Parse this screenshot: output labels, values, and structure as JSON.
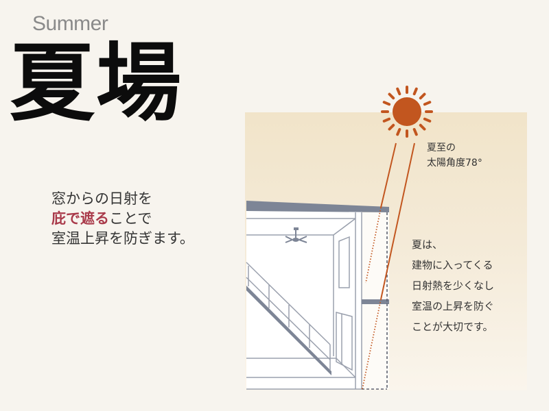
{
  "header": {
    "eyebrow": "Summer",
    "title": "夏場"
  },
  "lead": {
    "line1": "窓からの日射を",
    "line2_highlight": "庇で遮る",
    "line2_rest": "ことで",
    "line3": "室温上昇を防ぎます。"
  },
  "diagram": {
    "sun_icon": "sun-icon",
    "angle_note": {
      "line1": "夏至の",
      "line2": "太陽角度78°"
    },
    "body_note": {
      "lines": [
        "夏は、",
        "建物に入ってくる",
        "日射熱を少くなし",
        "室温の上昇を防ぐ",
        "ことが大切です。"
      ]
    }
  },
  "colors": {
    "background": "#f7f4ee",
    "panel_top": "#f1e4c9",
    "sun": "#c2561f",
    "highlight": "#a93a4a",
    "building_line": "#9aa0ad",
    "building_fill_dark": "#7d8596"
  }
}
